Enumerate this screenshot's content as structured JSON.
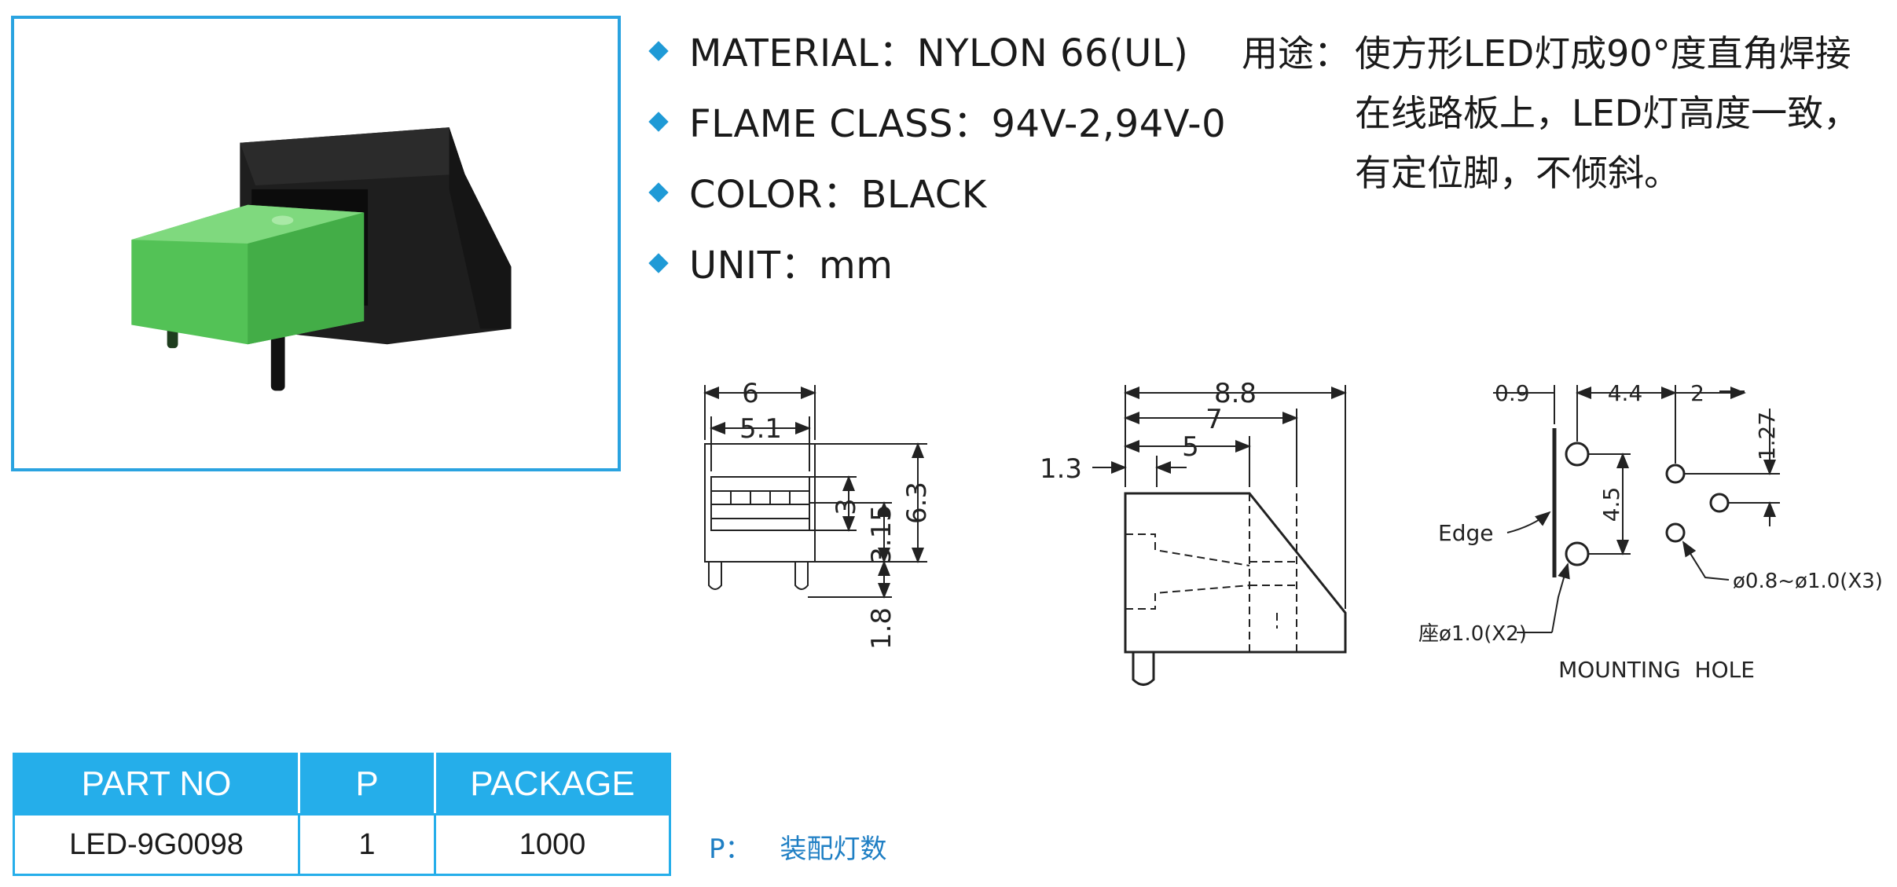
{
  "specs": [
    {
      "label": "MATERIAL",
      "sep": "：",
      "value": "NYLON 66(UL)"
    },
    {
      "label": "FLAME CLASS",
      "sep": "：",
      "value": "94V-2,94V-0"
    },
    {
      "label": "COLOR",
      "sep": "：",
      "value": "BLACK"
    },
    {
      "label": "UNIT",
      "sep": "：",
      "value": "mm"
    }
  ],
  "usage": {
    "label": "用途：",
    "lines": [
      "使方形LED灯成90°度直角焊接",
      "在线路板上，LED灯高度一致，",
      "有定位脚，不倾斜。"
    ]
  },
  "front_view": {
    "d1": "6",
    "d2": "5.1",
    "d3": "3",
    "d4": "3.15",
    "d5": "6.3",
    "d6": "1.8"
  },
  "side_view": {
    "d1": "8.8",
    "d2": "7",
    "d3": "5",
    "d4": "1.3"
  },
  "mounting": {
    "d1": "0.9",
    "d2": "4.4",
    "d3": "2",
    "d4": "1.27",
    "d5": "4.5",
    "edge": "Edge",
    "hole_large": "座ø1.0(X2)",
    "hole_small": "ø0.8~ø1.0(X3)",
    "title": "MOUNTING  HOLE"
  },
  "table": {
    "headers": [
      "PART NO",
      "P",
      "PACKAGE"
    ],
    "row": [
      "LED-9G0098",
      "1",
      "1000"
    ]
  },
  "note": {
    "key": "P：",
    "value": "装配灯数"
  },
  "colors": {
    "accent": "#25aeea",
    "led_green": "#57c95a",
    "housing": "#1c1c1c"
  }
}
